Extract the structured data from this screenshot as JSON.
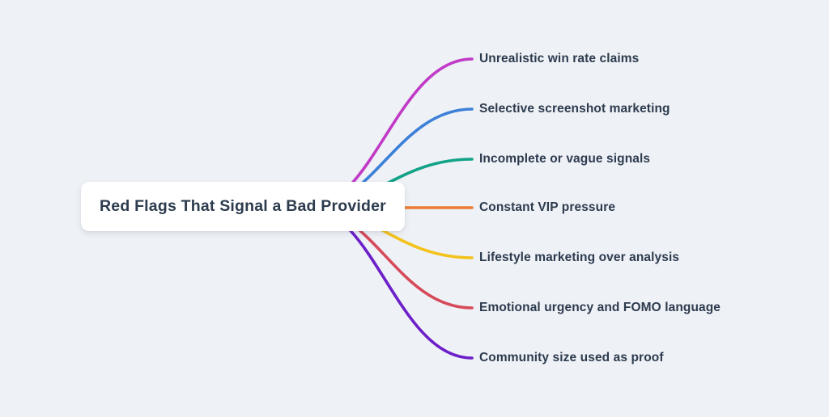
{
  "canvas": {
    "background_color": "#eef1f6"
  },
  "root": {
    "label": "Red Flags That Signal a Bad Provider",
    "text_color": "#2d3b4e",
    "bg_color": "#ffffff"
  },
  "branches": [
    {
      "label": "Unrealistic win rate claims",
      "color": "#c03ac6"
    },
    {
      "label": "Selective screenshot marketing",
      "color": "#3c80d8"
    },
    {
      "label": "Incomplete or vague signals",
      "color": "#12a287"
    },
    {
      "label": "Constant VIP pressure",
      "color": "#ec7c33"
    },
    {
      "label": "Lifestyle marketing over analysis",
      "color": "#f3c21d"
    },
    {
      "label": "Emotional urgency and FOMO language",
      "color": "#d64a5a"
    },
    {
      "label": "Community size used as proof",
      "color": "#6c1fc8"
    }
  ]
}
